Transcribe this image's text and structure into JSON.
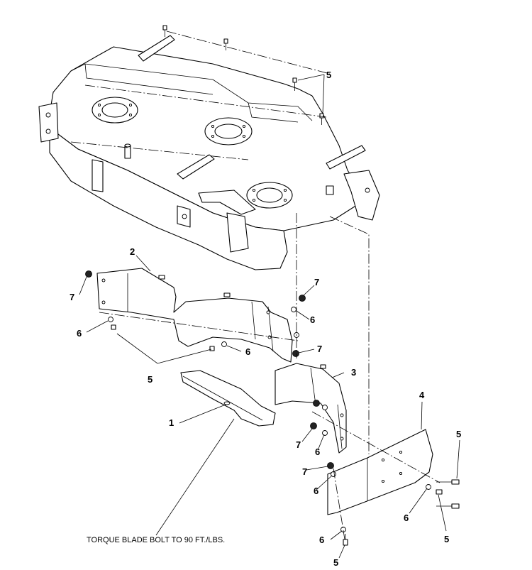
{
  "diagram": {
    "callouts": [
      "1",
      "2",
      "3",
      "4",
      "5",
      "6",
      "7"
    ],
    "note": "TORQUE BLADE BOLT TO 90 FT./LBS."
  }
}
